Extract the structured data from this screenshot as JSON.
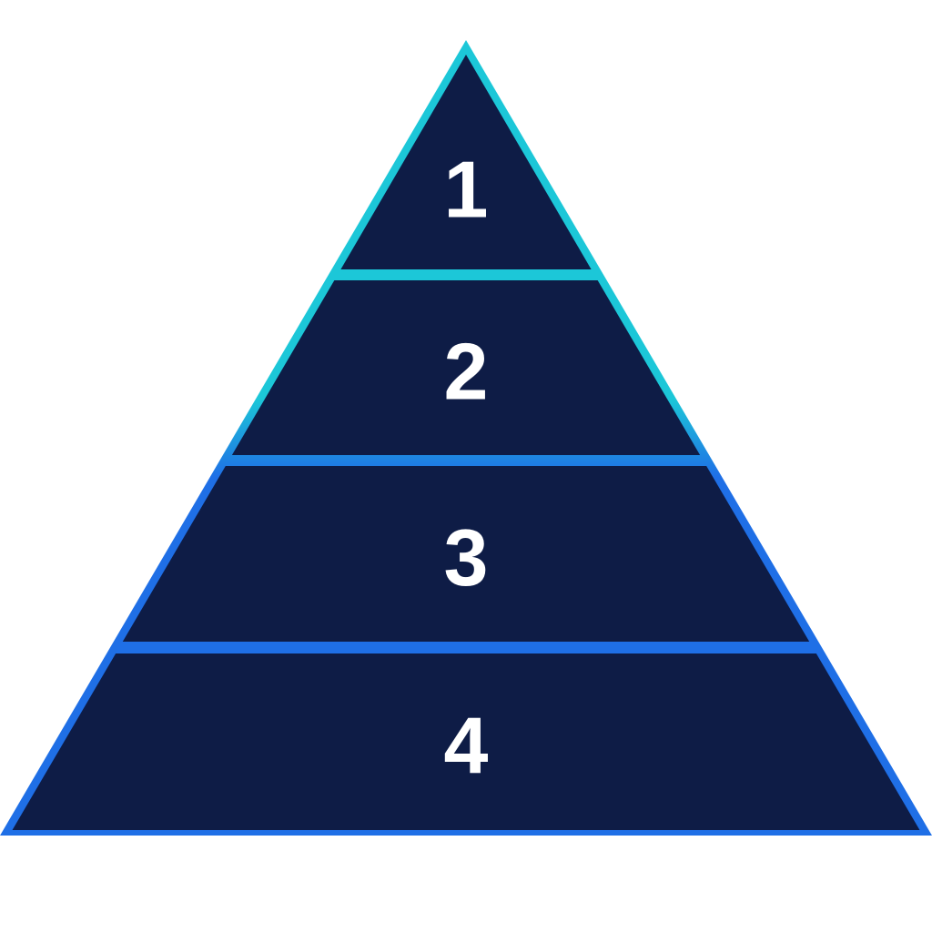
{
  "pyramid": {
    "tiers": [
      {
        "label": "1"
      },
      {
        "label": "2"
      },
      {
        "label": "3"
      },
      {
        "label": "4"
      }
    ]
  },
  "colors": {
    "background": "#ffffff",
    "tier_fill": "#0e1c46",
    "label_text": "#ffffff",
    "outline_top": "#1cc7d8",
    "outline_bottom": "#1f6fe6"
  }
}
